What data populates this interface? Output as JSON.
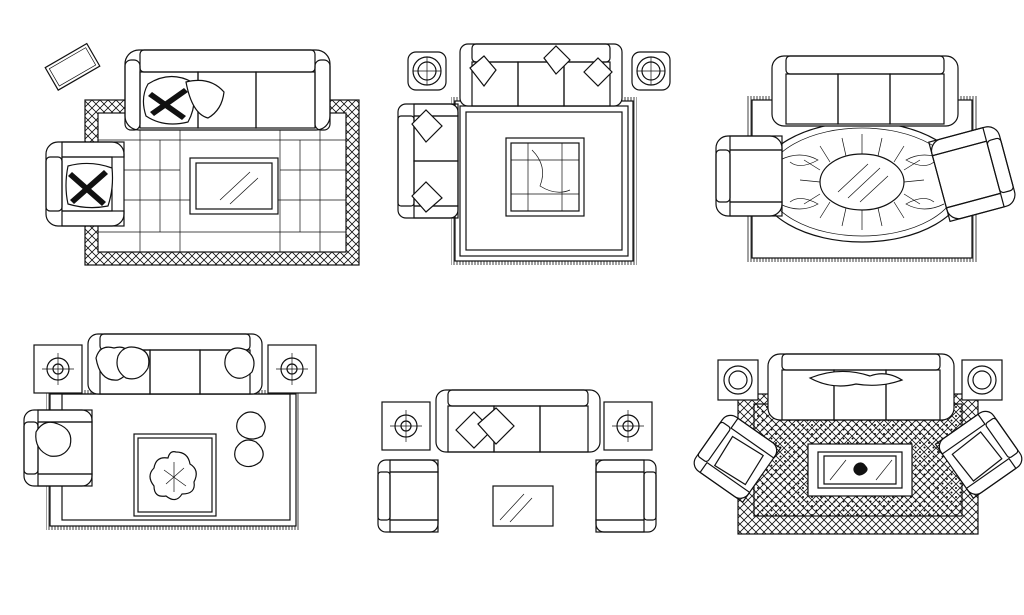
{
  "drawing": {
    "title": "",
    "line_color": "#111111",
    "background": "#ffffff",
    "style": "black line-art CAD top-view furniture blocks",
    "layouts": [
      {
        "id": 1,
        "items": [
          "sofa",
          "armchair",
          "coffee-table",
          "rug",
          "cushion",
          "floor-mat"
        ]
      },
      {
        "id": 2,
        "items": [
          "sofa",
          "side-sofa",
          "lamp",
          "lamp",
          "coffee-table",
          "rug",
          "cushion"
        ]
      },
      {
        "id": 3,
        "items": [
          "sofa",
          "armchair",
          "armchair",
          "oval-table",
          "ornamental-rug"
        ]
      },
      {
        "id": 4,
        "items": [
          "sofa",
          "armchair",
          "lamp-table",
          "lamp-table",
          "coffee-table",
          "rug",
          "cushion"
        ]
      },
      {
        "id": 5,
        "items": [
          "sofa",
          "armchair",
          "armchair",
          "lamp-table",
          "lamp-table",
          "coffee-table",
          "cushion"
        ]
      },
      {
        "id": 6,
        "items": [
          "sofa",
          "armchair",
          "armchair",
          "lamp-table",
          "lamp-table",
          "coffee-table",
          "dotted-rug",
          "cushion"
        ]
      }
    ]
  }
}
